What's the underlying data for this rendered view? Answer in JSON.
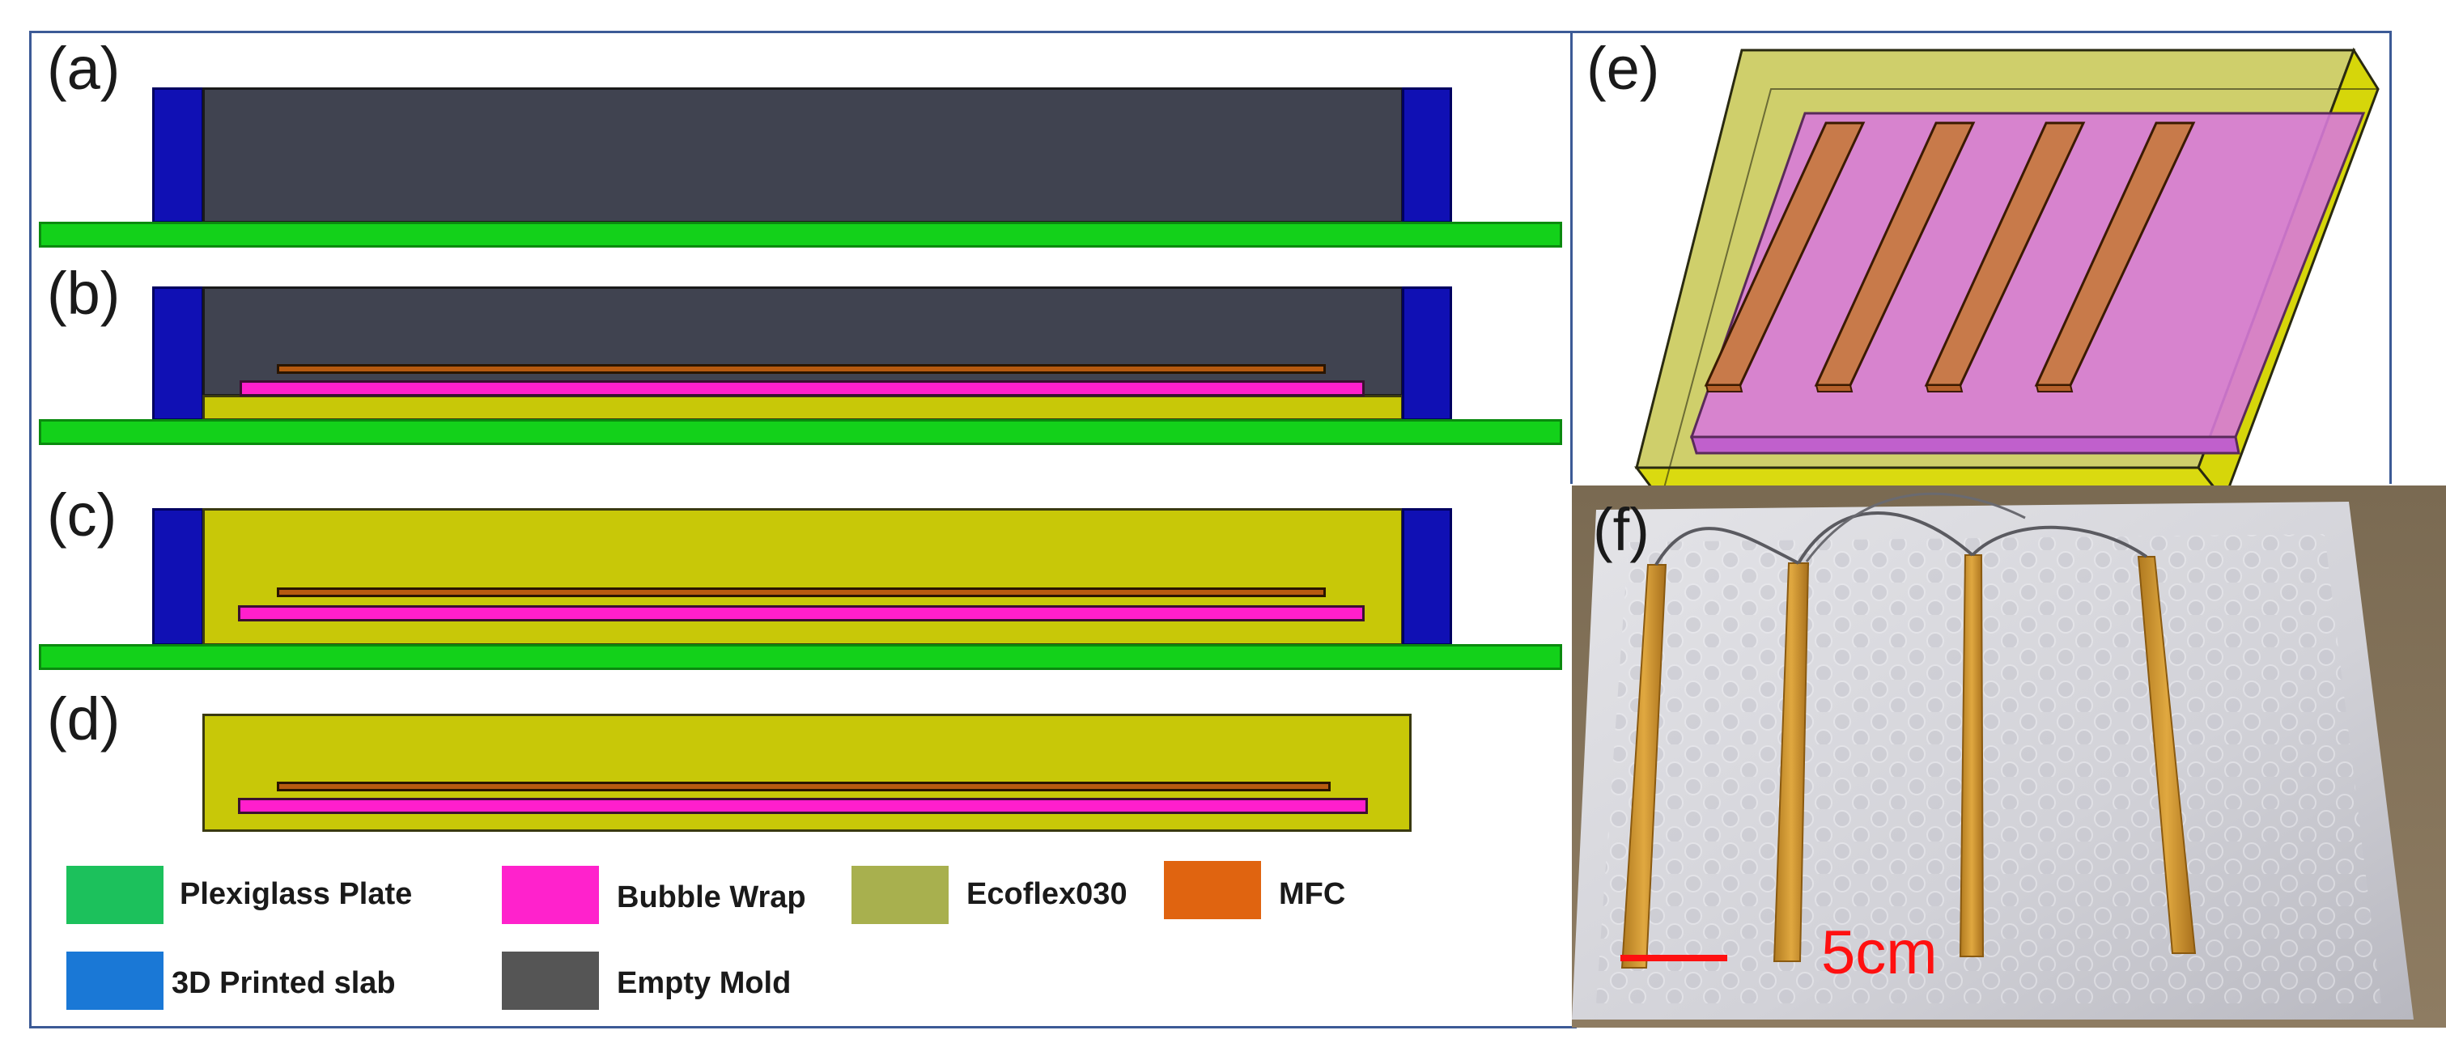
{
  "panels": {
    "a": "(a)",
    "b": "(b)",
    "c": "(c)",
    "d": "(d)",
    "e": "(e)",
    "f": "(f)"
  },
  "legend": {
    "plexiglass": "Plexiglass Plate",
    "bubble": "Bubble Wrap",
    "ecoflex": "Ecoflex030",
    "mfc": "MFC",
    "slab": "3D Printed slab",
    "mold": "Empty Mold"
  },
  "scale_bar": "5cm",
  "colors": {
    "plexiglass": "#13d11a",
    "slab": "#1010b4",
    "mold": "#404350",
    "ecoflex": "#c8c808",
    "bubble": "#ff1fcc",
    "mfc": "#b75a10",
    "legend_plexiglass": "#1cc15c",
    "legend_slab": "#1a78d6",
    "legend_mold": "#555555",
    "legend_bubble": "#ff22cc",
    "legend_ecoflex": "#a8b04e",
    "legend_mfc": "#e06410",
    "scale_bar": "#ff1010"
  }
}
